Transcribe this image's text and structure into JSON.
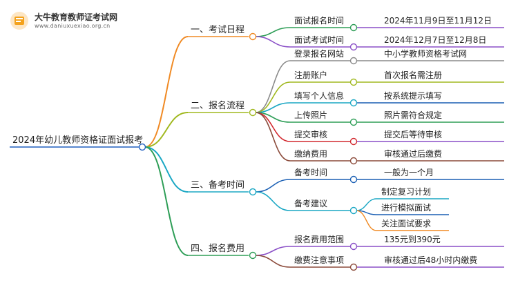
{
  "logo": {
    "title": "大牛教育教师证考试网",
    "url": "www.daniuxuexiao.org.cn"
  },
  "root": {
    "label": "2024年幼儿教师资格证面试报考",
    "color": "#1f5fbf"
  },
  "branches": [
    {
      "label": "一、考试日程",
      "color": "#f08a24",
      "children": [
        {
          "label": "面试报名时间",
          "color": "#2e9e57",
          "leaf": {
            "label": "2024年11月9日至11月12日",
            "color": "#8a4fc7"
          }
        },
        {
          "label": "面试考试时间",
          "color": "#8a4fc7",
          "leaf": {
            "label": "2024年12月7日至12月8日",
            "color": "#8a4fc7"
          }
        }
      ]
    },
    {
      "label": "二、报名流程",
      "color": "#a0b81e",
      "children": [
        {
          "label": "登录报名网站",
          "color": "#8a8a8a",
          "leaf": {
            "label": "中小学教师资格考试网",
            "color": "#8a8a8a"
          }
        },
        {
          "label": "注册账户",
          "color": "#a0b81e",
          "leaf": {
            "label": "首次报名需注册",
            "color": "#a0b81e"
          }
        },
        {
          "label": "填写个人信息",
          "color": "#1aa7c4",
          "leaf": {
            "label": "按系统提示填写",
            "color": "#1a5fb4"
          }
        },
        {
          "label": "上传照片",
          "color": "#2e9e57",
          "leaf": {
            "label": "照片需符合规定",
            "color": "#2e9e57"
          }
        },
        {
          "label": "提交审核",
          "color": "#d2282e",
          "leaf": {
            "label": "提交后等待审核",
            "color": "#8a4fc7"
          }
        },
        {
          "label": "缴纳费用",
          "color": "#8b4a3a",
          "leaf": {
            "label": "审核通过后缴费",
            "color": "#8b4a3a"
          }
        }
      ]
    },
    {
      "label": "三、备考时间",
      "color": "#1aa7c4",
      "children": [
        {
          "label": "备考时间",
          "color": "#1a5fb4",
          "leaf": {
            "label": "一般为一个月",
            "color": "#1a5fb4"
          }
        },
        {
          "label": "备考建议",
          "color": "#1aa7c4",
          "leaves": [
            {
              "label": "制定复习计划",
              "color": "#1aa7c4"
            },
            {
              "label": "进行模拟面试",
              "color": "#1a5fb4"
            },
            {
              "label": "关注面试要求",
              "color": "#f08a24"
            }
          ]
        }
      ]
    },
    {
      "label": "四、报名费用",
      "color": "#2e9e57",
      "children": [
        {
          "label": "报名费用范围",
          "color": "#8a4fc7",
          "leaf": {
            "label": "135元到390元",
            "color": "#8a4fc7"
          }
        },
        {
          "label": "缴费注意事项",
          "color": "#8b4a3a",
          "leaf": {
            "label": "审核通过后48小时内缴费",
            "color": "#8a4fc7"
          }
        }
      ]
    }
  ]
}
